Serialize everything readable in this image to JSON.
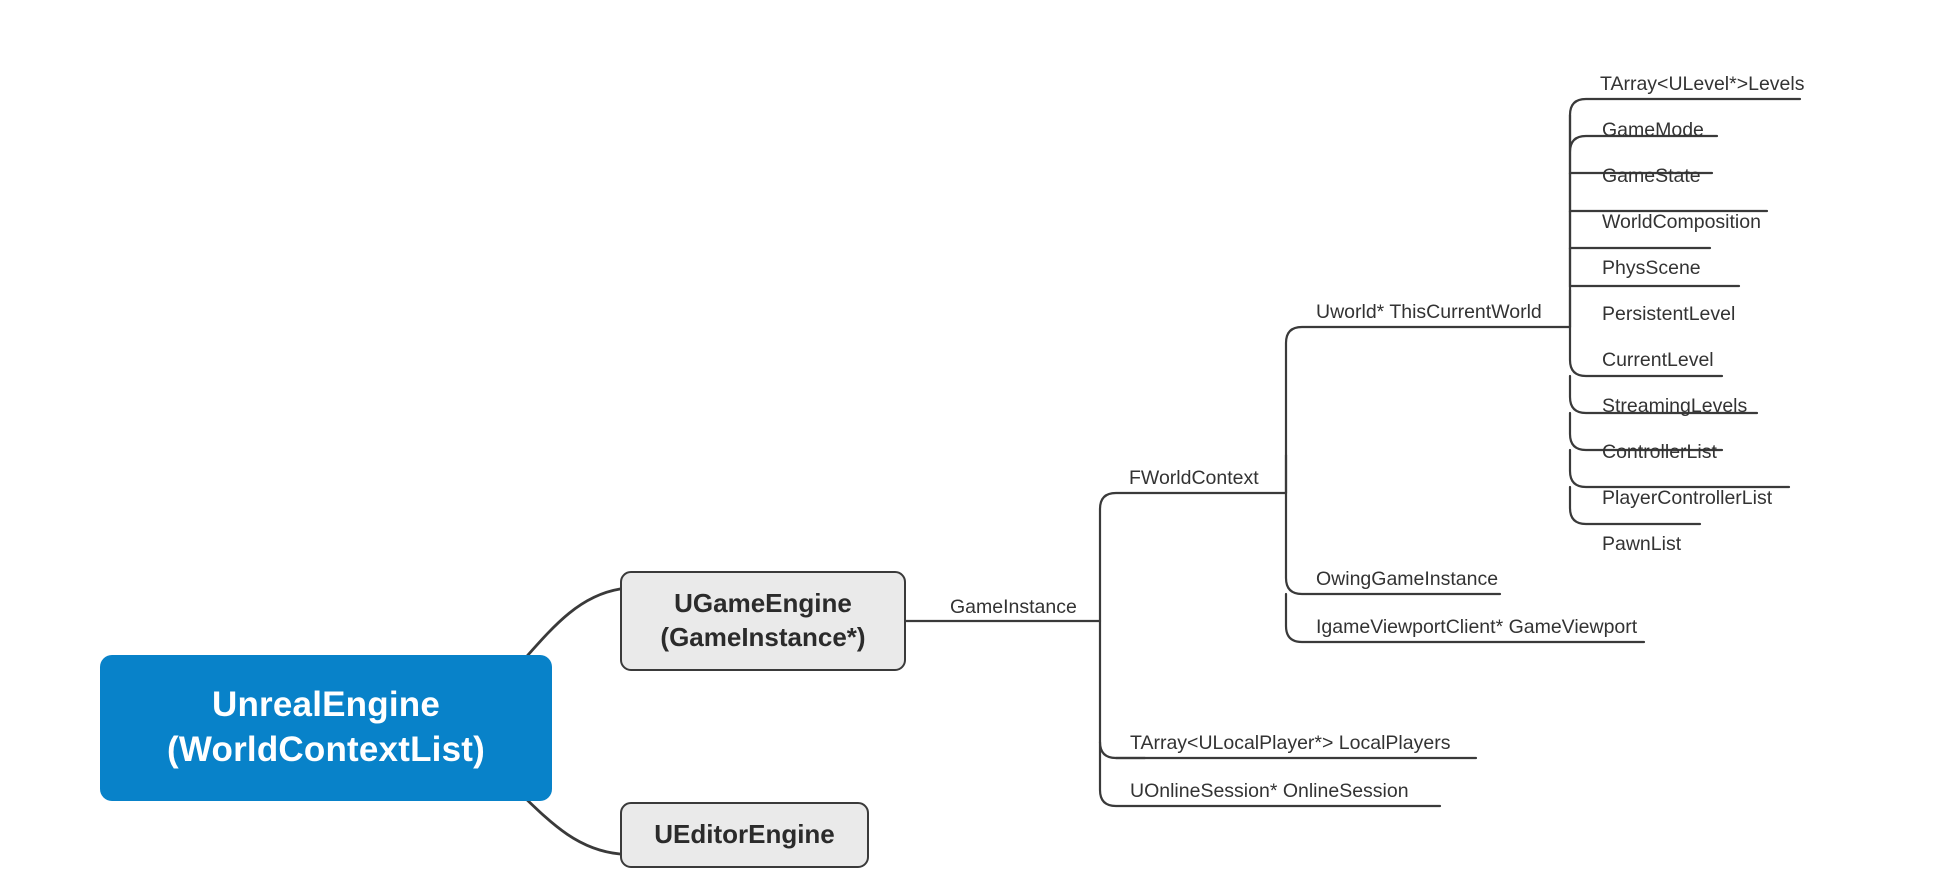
{
  "diagram": {
    "type": "mind-map",
    "title": "UnrealEngine WorldContextList structure",
    "colors": {
      "root_fill": "#0882c9",
      "root_text": "#ffffff",
      "node_fill": "#eaeaea",
      "node_stroke": "#3a3a3a",
      "node_text": "#2b2b2b",
      "leaf_text": "#333333",
      "wire": "#3a3a3a",
      "background": "#ffffff"
    }
  },
  "root": {
    "line1": "UnrealEngine",
    "line2": "(WorldContextList)"
  },
  "engines": {
    "game_engine": {
      "line1": "UGameEngine",
      "line2": "(GameInstance*)"
    },
    "editor_engine": {
      "label": "UEditorEngine"
    }
  },
  "branches": {
    "game_instance": "GameInstance",
    "world_context": "FWorldContext",
    "this_current_world": "Uworld* ThisCurrentWorld"
  },
  "world_context_children": [
    {
      "label": "Uworld* ThisCurrentWorld"
    },
    {
      "label": "OwingGameInstance"
    },
    {
      "label": "IgameViewportClient* GameViewport"
    },
    {
      "label": "TArray<ULocalPlayer*> LocalPlayers"
    },
    {
      "label": "UOnlineSession* OnlineSession"
    }
  ],
  "world_children": [
    {
      "label": "TArray<ULevel*>Levels"
    },
    {
      "label": "GameMode"
    },
    {
      "label": "GameState"
    },
    {
      "label": "WorldComposition"
    },
    {
      "label": "PhysScene"
    },
    {
      "label": "PersistentLevel"
    },
    {
      "label": "CurrentLevel"
    },
    {
      "label": "StreamingLevels"
    },
    {
      "label": "ControllerList"
    },
    {
      "label": "PlayerControllerList"
    },
    {
      "label": "PawnList"
    }
  ]
}
